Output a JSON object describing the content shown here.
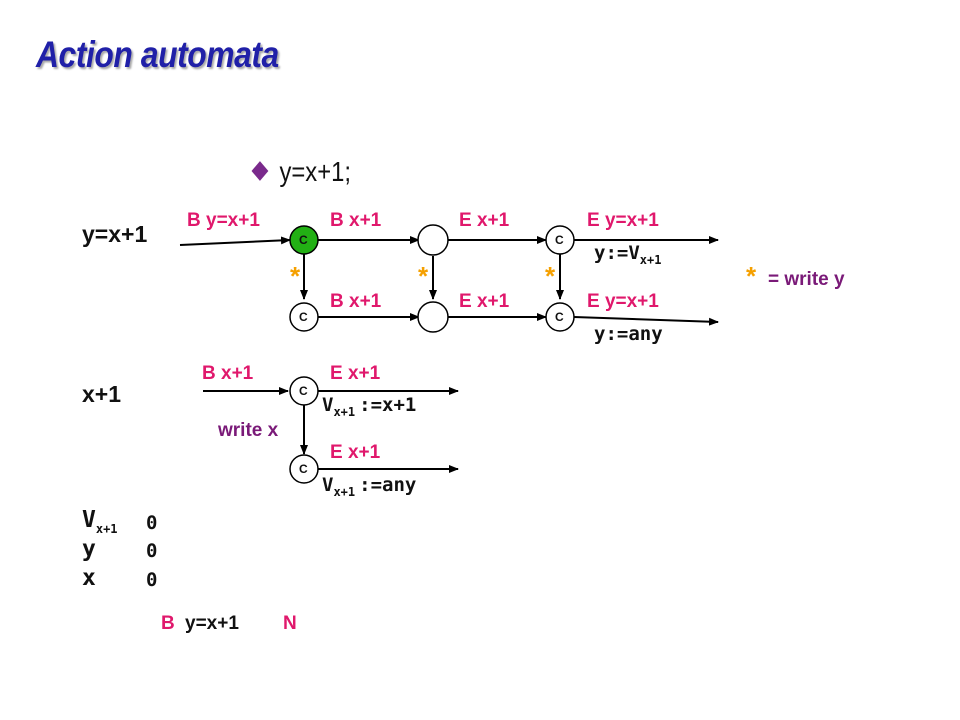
{
  "title": "Action automata",
  "bullet": "y=x+1;",
  "legend": {
    "star": "*",
    "text": "= write y"
  },
  "rows": {
    "top_label": "y=x+1",
    "mid_label": "x+1",
    "state_v": "V",
    "state_v_sub": "x+1",
    "state_y": "y",
    "state_x": "x"
  },
  "state_values": [
    "0",
    "0",
    "0"
  ],
  "edges": {
    "b_y": "B y=x+1",
    "b_x_top": "B x+1",
    "e_x_top": "E x+1",
    "e_y_top": "E y=x+1",
    "assign_top": "y:=V",
    "assign_top_sub": "x+1",
    "b_x_bot": "B x+1",
    "e_x_bot": "E x+1",
    "e_y_bot": "E y=x+1",
    "assign_bot": "y:=any",
    "b_x_mid": "B x+1",
    "e_x_mid": "E x+1",
    "v_assign1": "V",
    "v_assign1_sub": "x+1",
    "v_assign1_rest": ":=x+1",
    "write_x": "write x",
    "e_x_low": "E x+1",
    "v_assign2": "V",
    "v_assign2_sub": "x+1",
    "v_assign2_rest": ":=any"
  },
  "node_c": "C",
  "stars": [
    "*",
    "*",
    "*"
  ],
  "footer": {
    "b": "B",
    "expr": "y=x+1",
    "n": "N"
  },
  "colors": {
    "title": "#2020a8",
    "pink": "#e0186c",
    "purple": "#7a1a78",
    "orange": "#f5a000",
    "node_green": "#22b014"
  }
}
